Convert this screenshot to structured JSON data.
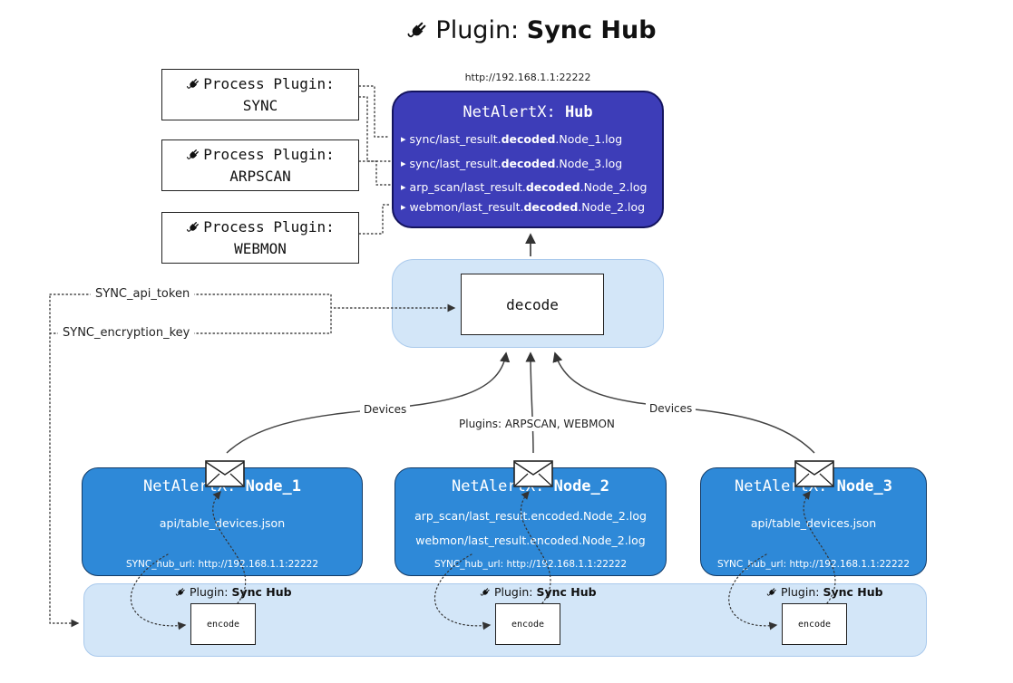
{
  "title": {
    "label": "Plugin:",
    "name": "Sync Hub"
  },
  "icons": {
    "file_marker": "▸"
  },
  "hub": {
    "url": "http://192.168.1.1:22222",
    "name_label": "NetAlertX:",
    "name_bold": "Hub",
    "files": [
      {
        "pre": "sync/last_result.",
        "mid": "decoded",
        "post": ".Node_1.log"
      },
      {
        "pre": "sync/last_result.",
        "mid": "decoded",
        "post": ".Node_3.log"
      },
      {
        "pre": "arp_scan/last_result.",
        "mid": "decoded",
        "post": ".Node_2.log"
      },
      {
        "pre": "webmon/last_result.",
        "mid": "decoded",
        "post": ".Node_2.log"
      }
    ]
  },
  "process_plugins": [
    {
      "label": "Process Plugin:",
      "name": "SYNC"
    },
    {
      "label": "Process Plugin:",
      "name": "ARPSCAN"
    },
    {
      "label": "Process Plugin:",
      "name": "WEBMON"
    }
  ],
  "decode_label": "decode",
  "config": {
    "api_token": "SYNC_api_token",
    "encryption_key": "SYNC_encryption_key"
  },
  "edge_labels": {
    "left": "Devices",
    "center": "Plugins: ARPSCAN, WEBMON",
    "right": "Devices"
  },
  "nodes": [
    {
      "name_label": "NetAlertX:",
      "name_bold": "Node_1",
      "files": [
        "api/table_devices.json"
      ],
      "hub_url": "SYNC_hub_url: http://192.168.1.1:22222"
    },
    {
      "name_label": "NetAlertX:",
      "name_bold": "Node_2",
      "files": [
        "arp_scan/last_result.encoded.Node_2.log",
        "webmon/last_result.encoded.Node_2.log"
      ],
      "hub_url": "SYNC_hub_url: http://192.168.1.1:22222"
    },
    {
      "name_label": "NetAlertX:",
      "name_bold": "Node_3",
      "files": [
        "api/table_devices.json"
      ],
      "hub_url": "SYNC_hub_url: http://192.168.1.1:22222"
    }
  ],
  "encoders": [
    {
      "label": "Plugin:",
      "name": "Sync Hub",
      "box": "encode"
    },
    {
      "label": "Plugin:",
      "name": "Sync Hub",
      "box": "encode"
    },
    {
      "label": "Plugin:",
      "name": "Sync Hub",
      "box": "encode"
    }
  ],
  "colors": {
    "hub_fill": "#3d3db8",
    "node_fill": "#2e89d8",
    "panel_fill": "#d3e6f8",
    "panel_border": "#a9c9ec"
  }
}
